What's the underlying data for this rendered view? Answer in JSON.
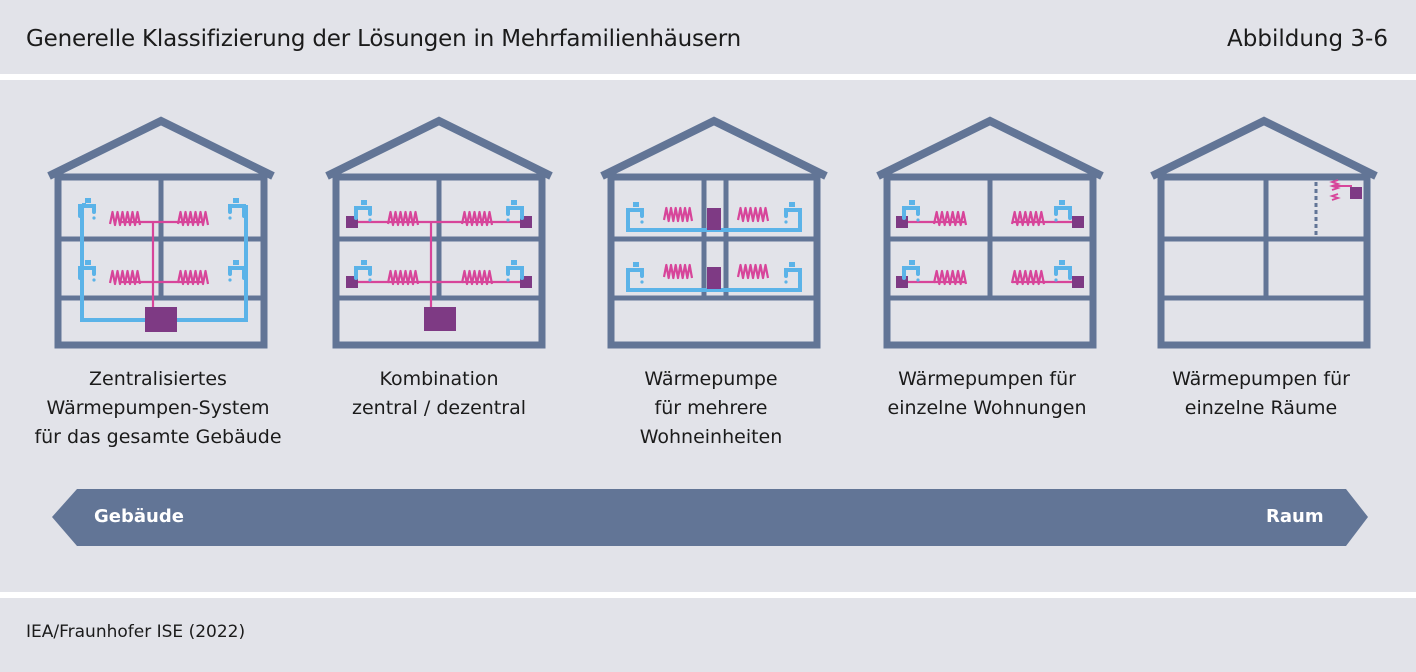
{
  "header": {
    "title": "Generelle Klassifizierung der Lösungen in Mehrfamilienhäusern",
    "figure_number": "Abbildung 3-6"
  },
  "houses": [
    {
      "caption": [
        "Zentralisiertes",
        "Wärmepumpen-System",
        "für das gesamte Gebäude"
      ]
    },
    {
      "caption": [
        "Kombination",
        "zentral / dezentral"
      ]
    },
    {
      "caption": [
        "Wärmepumpe",
        "für mehrere",
        "Wohneinheiten"
      ]
    },
    {
      "caption": [
        "Wärmepumpen für",
        "einzelne Wohnungen"
      ]
    },
    {
      "caption": [
        "Wärmepumpen für",
        "einzelne Räume"
      ]
    }
  ],
  "arrow": {
    "left_label": "Gebäude",
    "right_label": "Raum"
  },
  "source": "IEA/Fraunhofer ISE (2022)",
  "colors": {
    "background": "#e2e3e9",
    "separator": "#ffffff",
    "house_outline": "#627596",
    "water_pipe": "#5bb3e8",
    "heating_coil": "#d7459a",
    "heat_pump": "#7e3a84",
    "arrow_fill": "#627596"
  },
  "icons": [
    "house-icon",
    "tap-icon",
    "radiator-icon",
    "heat-pump-unit-icon",
    "double-arrow-icon"
  ]
}
